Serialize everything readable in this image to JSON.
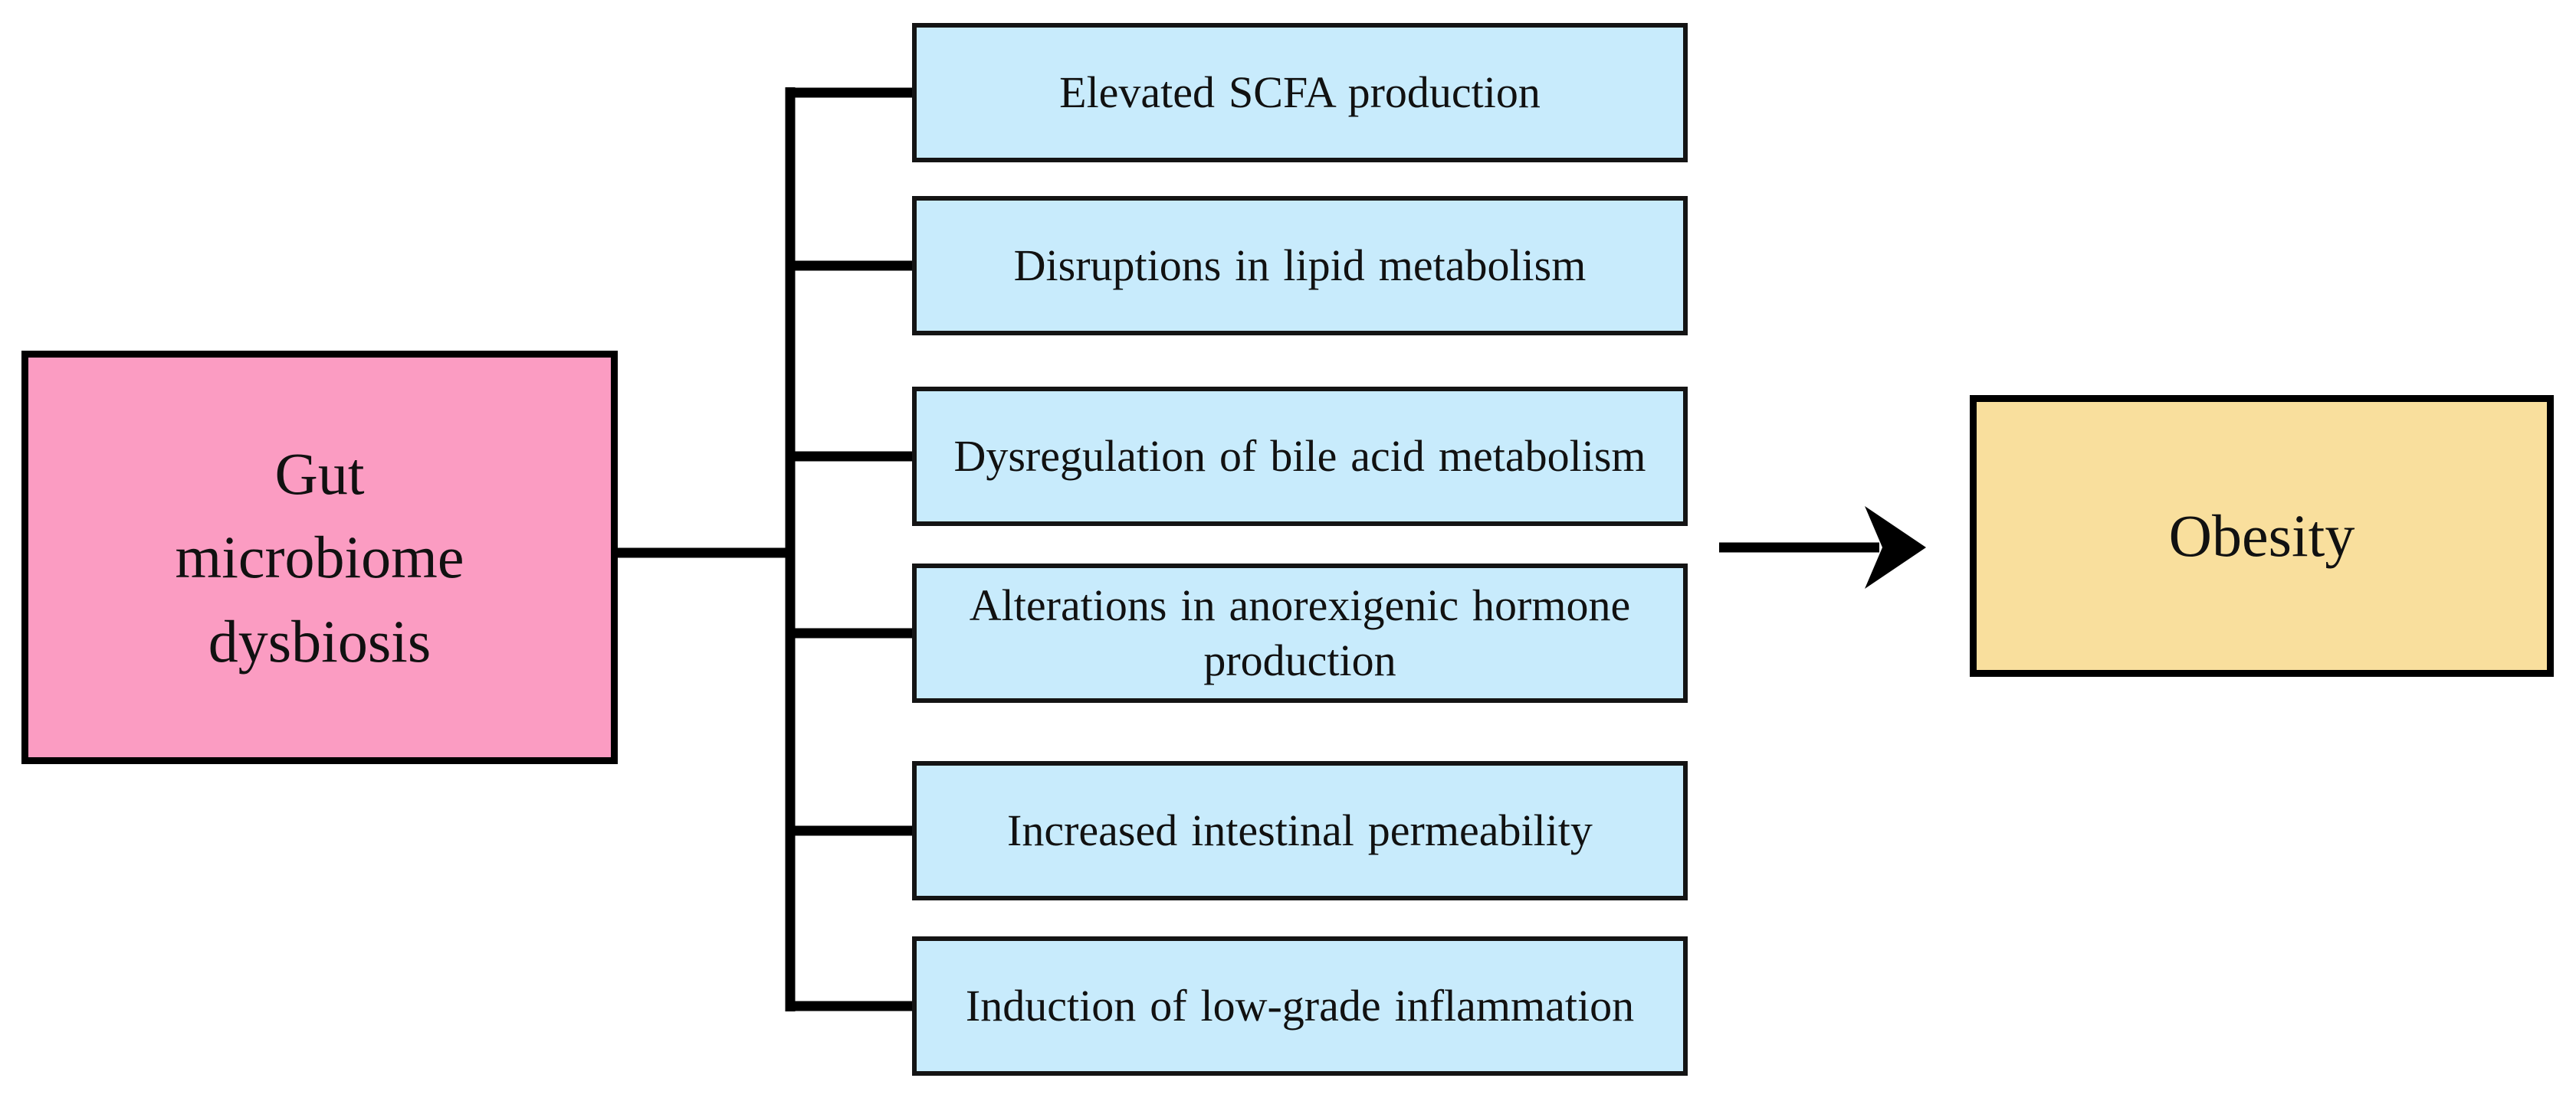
{
  "diagram": {
    "source_node": {
      "label": "Gut microbiome dysbiosis"
    },
    "mediator_nodes": [
      "Elevated SCFA production",
      "Disruptions in lipid metabolism",
      "Dysregulation of bile acid metabolism",
      "Alterations in anorexigenic hormone production",
      "Increased intestinal permeability",
      "Induction of low-grade inflammation"
    ],
    "outcome_node": {
      "label": "Obesity"
    },
    "colors": {
      "source_fill": "#FB9CC2",
      "mediator_fill": "#C8EBFC",
      "outcome_fill": "#F9DF9D",
      "line": "#000000",
      "border": "#141414",
      "text": "#111111",
      "background": "#FFFFFF"
    }
  }
}
